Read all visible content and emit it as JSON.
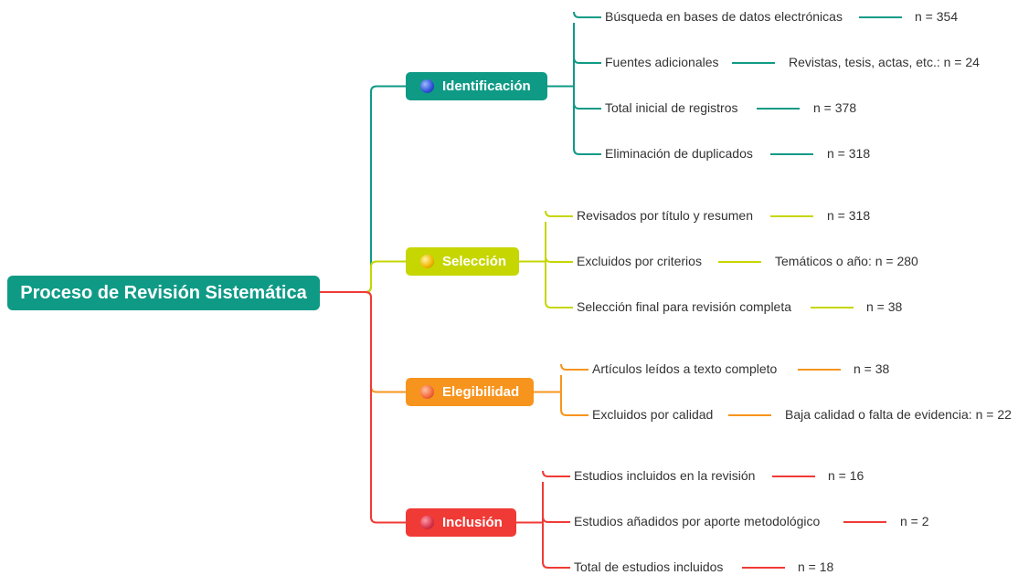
{
  "root": {
    "label": "Proceso de Revisión Sistemática"
  },
  "stages": [
    {
      "label": "Identificación",
      "color": "#0f9a86",
      "items": [
        {
          "label": "Búsqueda en bases de datos electrónicas",
          "value": "n = 354"
        },
        {
          "label": "Fuentes adicionales",
          "value": "Revistas, tesis, actas, etc.: n = 24"
        },
        {
          "label": "Total inicial de registros",
          "value": "n = 378"
        },
        {
          "label": "Eliminación de duplicados",
          "value": "n = 318"
        }
      ]
    },
    {
      "label": "Selección",
      "color": "#c6d600",
      "items": [
        {
          "label": "Revisados por título y resumen",
          "value": "n = 318"
        },
        {
          "label": "Excluidos por criterios",
          "value": "Temáticos o año: n = 280"
        },
        {
          "label": "Selección final para revisión completa",
          "value": "n = 38"
        }
      ]
    },
    {
      "label": "Elegibilidad",
      "color": "#f7941d",
      "items": [
        {
          "label": "Artículos leídos a texto completo",
          "value": "n = 38"
        },
        {
          "label": "Excluidos por calidad",
          "value": "Baja calidad o falta de evidencia: n = 22"
        }
      ]
    },
    {
      "label": "Inclusión",
      "color": "#f03a36",
      "items": [
        {
          "label": "Estudios incluidos en la revisión",
          "value": "n = 16"
        },
        {
          "label": "Estudios añadidos por aporte metodológico",
          "value": "n = 2"
        },
        {
          "label": "Total de estudios incluidos",
          "value": "n = 18"
        }
      ]
    }
  ]
}
